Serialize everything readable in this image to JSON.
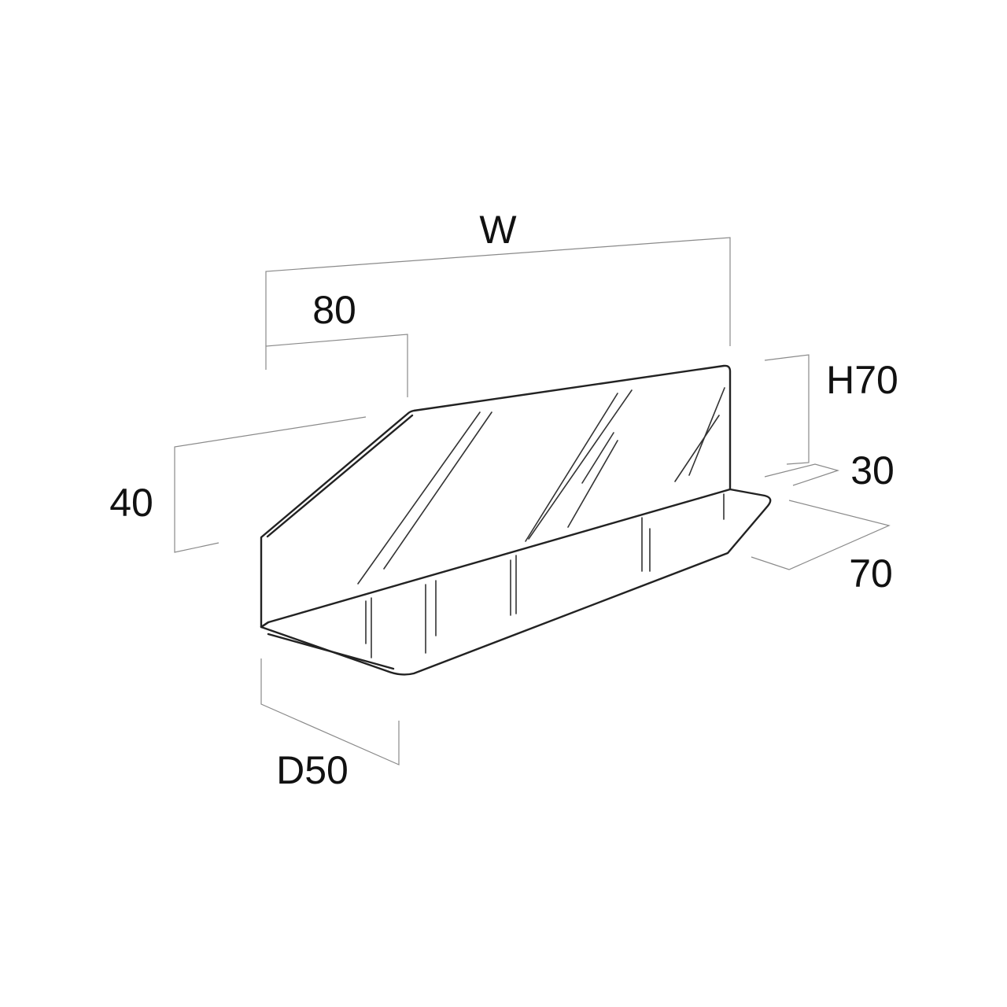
{
  "diagram": {
    "labels": {
      "width": "W",
      "top_segment": "80",
      "side_height": "40",
      "height": "H70",
      "lip": "30",
      "base_depth_right": "70",
      "depth": "D50"
    },
    "colors": {
      "outline": "#222222",
      "dimension_lines": "#8a8a8a",
      "text": "#111111",
      "background": "#ffffff"
    }
  }
}
